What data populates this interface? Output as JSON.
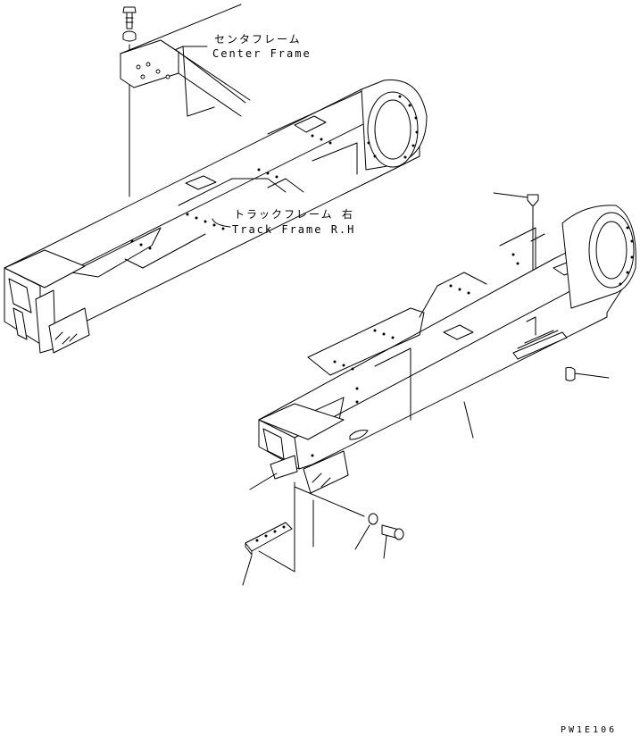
{
  "labels": {
    "center_frame_jp": "センタフレーム",
    "center_frame_en": "Center Frame",
    "track_frame_jp": "トラックフレーム 右",
    "track_frame_en": "Track Frame R.H"
  },
  "drawing_code": "PW1E106",
  "colors": {
    "line": "#000000",
    "background": "#ffffff"
  }
}
